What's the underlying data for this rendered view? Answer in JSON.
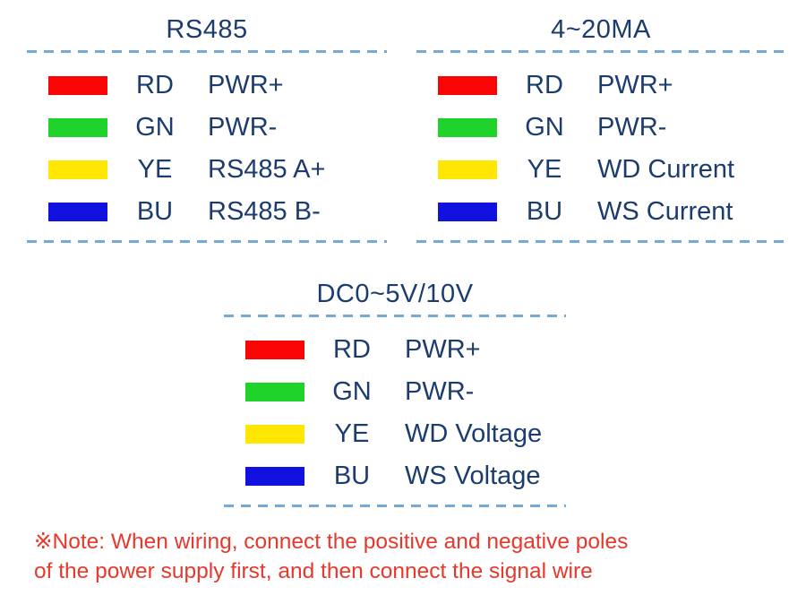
{
  "colors": {
    "text": "#1b3c6d",
    "dash": "#74aad4",
    "note": "#e8382c",
    "red": "#fa0505",
    "green": "#1fd32a",
    "yellow": "#ffe603",
    "blue": "#1111e0"
  },
  "tables": [
    {
      "title": "RS485",
      "rows": [
        {
          "color": "red",
          "code": "RD",
          "label": "PWR+"
        },
        {
          "color": "green",
          "code": "GN",
          "label": "PWR-"
        },
        {
          "color": "yellow",
          "code": "YE",
          "label": "RS485 A+"
        },
        {
          "color": "blue",
          "code": "BU",
          "label": "RS485 B-"
        }
      ]
    },
    {
      "title": "4~20MA",
      "rows": [
        {
          "color": "red",
          "code": "RD",
          "label": "PWR+"
        },
        {
          "color": "green",
          "code": "GN",
          "label": "PWR-"
        },
        {
          "color": "yellow",
          "code": "YE",
          "label": "WD Current"
        },
        {
          "color": "blue",
          "code": "BU",
          "label": "WS Current"
        }
      ]
    },
    {
      "title": "DC0~5V/10V",
      "rows": [
        {
          "color": "red",
          "code": "RD",
          "label": "PWR+"
        },
        {
          "color": "green",
          "code": "GN",
          "label": "PWR-"
        },
        {
          "color": "yellow",
          "code": "YE",
          "label": "WD Voltage"
        },
        {
          "color": "blue",
          "code": "BU",
          "label": "WS Voltage"
        }
      ]
    }
  ],
  "note": {
    "lines": [
      "※Note: When wiring, connect the positive and negative poles",
      "of the power supply first, and then connect the signal wire"
    ]
  }
}
